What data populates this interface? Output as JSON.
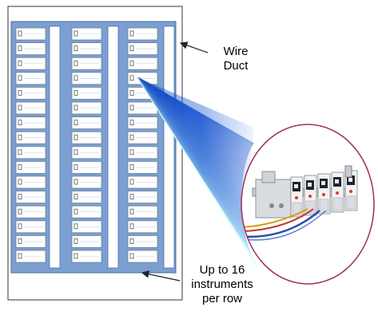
{
  "figure": {
    "colors": {
      "panel_fill": "#ffffff",
      "panel_border": "#333333",
      "backplate": "#7b9fd0",
      "duct_fill": "#ffffff",
      "duct_border": "#4a6fa5",
      "slot_fill": "#ffffff",
      "slot_border": "#6f7f99",
      "beam_dark": "#1b4fc4",
      "beam_light": "#ffffff",
      "lens_border": "#9b2d5a",
      "arrow": "#222222"
    },
    "columns": 3,
    "instruments_per_column": 16,
    "labels": {
      "wire_duct": [
        "Wire",
        "Duct"
      ],
      "capacity": [
        "Up to 16",
        "instruments",
        "per row"
      ]
    },
    "inset_photo": {
      "subject": "rail-mounted-instrument-modules",
      "module_count": 5,
      "wire_colors": [
        "#2b4fa8",
        "#c0392b",
        "#d4a017"
      ]
    }
  }
}
